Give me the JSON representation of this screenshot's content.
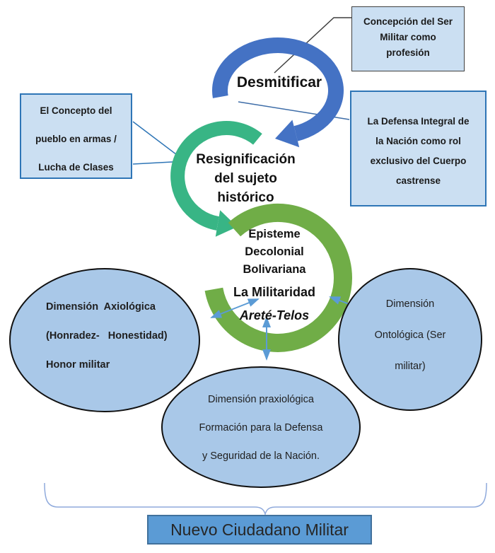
{
  "colors": {
    "ring_blue": "#4472c4",
    "ring_teal": "#38b585",
    "ring_green": "#70ad47",
    "link_arrow_blue": "#5b9bd5",
    "ellipse_fill": "#a9c8e8",
    "callout_fill": "#cbdff2",
    "callout_border_blue": "#2e75b6",
    "callout_border_dark": "#404040",
    "footer_fill": "#5b9bd5",
    "footer_border": "#41719c",
    "brace_blue": "#8faadc"
  },
  "cycle": {
    "step1": {
      "label": "Desmitificar"
    },
    "step2": {
      "lines": [
        "Resignificación",
        "del sujeto",
        "histórico"
      ]
    },
    "step3": {
      "lines": [
        "Episteme",
        "Decolonial",
        "Bolivariana"
      ],
      "subtitle": "La Militaridad",
      "motto": "Areté-Telos"
    }
  },
  "callouts": {
    "top": {
      "lines": [
        "Concepción del Ser",
        "Militar como",
        "profesión"
      ]
    },
    "left": {
      "lines": [
        "El Concepto del",
        "pueblo en armas /",
        "Lucha de Clases"
      ]
    },
    "right": {
      "lines": [
        "La Defensa Integral de",
        "la Nación como rol",
        "exclusivo del Cuerpo",
        "castrense"
      ]
    }
  },
  "dimensions": {
    "axiologica": {
      "lines": [
        "Dimensión  Axiológica",
        "(Honradez-   Honestidad)",
        "Honor militar"
      ]
    },
    "ontologica": {
      "lines": [
        "Dimensión",
        "Ontológica (Ser",
        "militar)"
      ]
    },
    "praxiologica": {
      "lines": [
        "Dimensión praxiológica",
        "Formación para la Defensa",
        "y Seguridad de la Nación."
      ]
    }
  },
  "footer": {
    "label": "Nuevo Ciudadano Militar"
  }
}
